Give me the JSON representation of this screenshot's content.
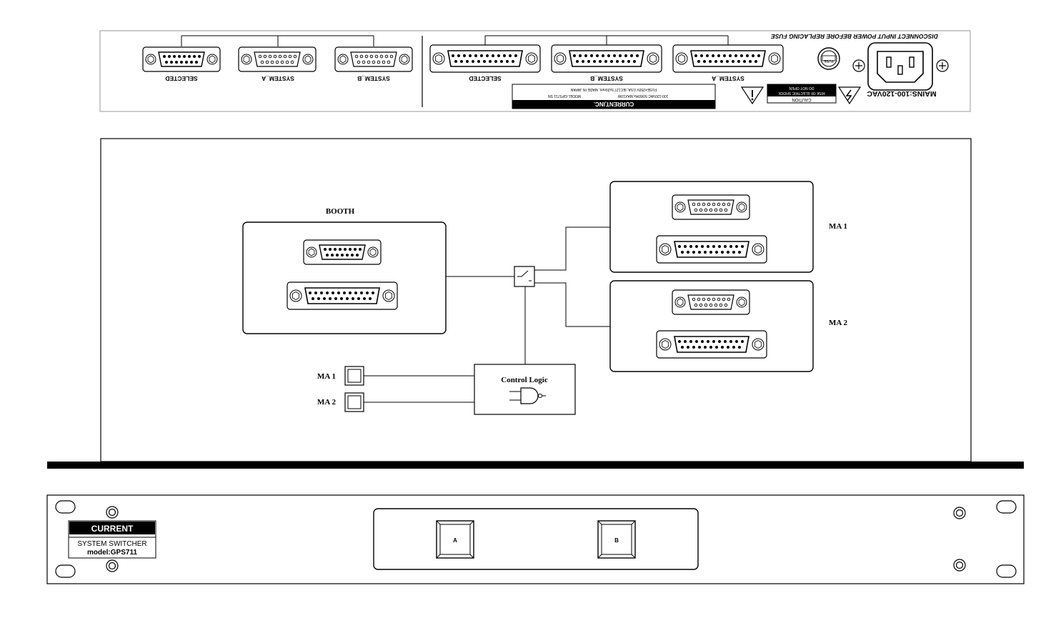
{
  "rear_panel": {
    "warning_top": "DISCONNECT INPUT POWER BEFORE REPLACING FUSE",
    "mains_label": "MAINS:100-120VAC",
    "fuse_label": "FUSE",
    "caution_title": "CAUTION",
    "caution_line1": "RISK OF ELECTRIC SHOCK",
    "caution_line2": "DO NOT OPEN",
    "brand_bar": "CURRENT,INC.",
    "model_line": "MODEL:GPS711 SN",
    "rating_line": "100-120VAC 50/60Hz,MAX10W",
    "fuse_line": "FUSE=250V 0.5A, IEC127 5x20mm, MADE IN JAPAN",
    "right_group": [
      "SYSTEM_A",
      "SYSTEM_B",
      "SELECTED"
    ],
    "left_group": [
      "SYSTEM_B",
      "SYSTEM_A",
      "SELECTED"
    ]
  },
  "diagram": {
    "booth_label": "BOOTH",
    "ma1_label": "MA 1",
    "ma2_label": "MA 2",
    "button_ma1": "MA 1",
    "button_ma2": "MA 2",
    "control_logic": "Control Logic"
  },
  "front_panel": {
    "brand": "CURRENT",
    "product": "SYSTEM SWITCHER",
    "model": "model:GPS711",
    "button_a": "A",
    "button_b": "B"
  },
  "colors": {
    "line": "#000000",
    "panel_border": "#888888",
    "background": "#ffffff"
  }
}
